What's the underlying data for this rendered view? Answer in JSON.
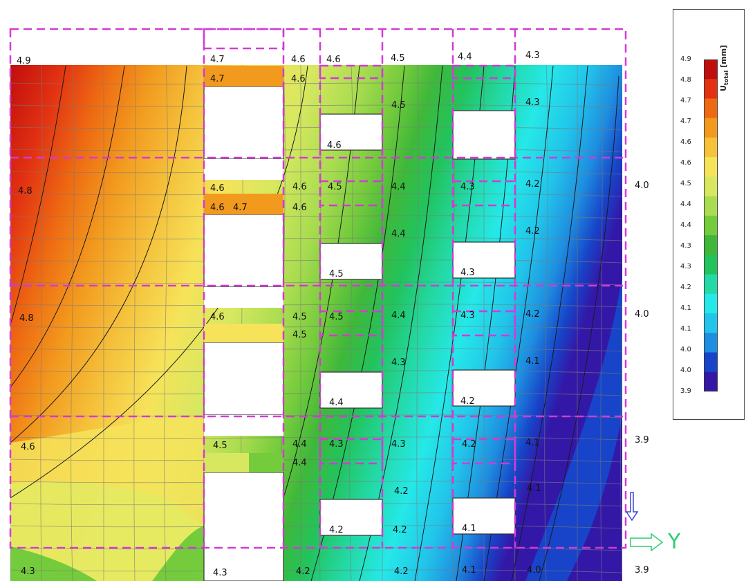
{
  "chart_data": {
    "type": "heatmap",
    "title": "",
    "legend": {
      "title": "U",
      "title_subscript": "total",
      "unit": "[mm]",
      "placement": "top-right",
      "ticks": [
        "4.9",
        "4.8",
        "4.7",
        "4.7",
        "4.6",
        "4.6",
        "4.5",
        "4.4",
        "4.4",
        "4.3",
        "4.3",
        "4.2",
        "4.1",
        "4.1",
        "4.0",
        "4.0",
        "3.9"
      ],
      "colors": [
        "#c00d0d",
        "#e23212",
        "#ee6a12",
        "#f29a1e",
        "#f5c23c",
        "#f6e35a",
        "#d7e860",
        "#a9dc50",
        "#74cb3c",
        "#3fb83a",
        "#22c35c",
        "#23d9a6",
        "#25e8e8",
        "#22c4ea",
        "#1e8ee0",
        "#1744c8",
        "#3318a8"
      ]
    },
    "field_labels": [
      {
        "id": "l1",
        "text": "4.9"
      },
      {
        "id": "l2",
        "text": "4.7"
      },
      {
        "id": "l3",
        "text": "4.7"
      },
      {
        "id": "l4",
        "text": "4.6"
      },
      {
        "id": "l5",
        "text": "4.6"
      },
      {
        "id": "l6",
        "text": "4.6"
      },
      {
        "id": "l7",
        "text": "4.5"
      },
      {
        "id": "l8",
        "text": "4.4"
      },
      {
        "id": "l9",
        "text": "4.3"
      },
      {
        "id": "l10",
        "text": "4.3"
      },
      {
        "id": "l11",
        "text": "4.5"
      },
      {
        "id": "l12",
        "text": "4.6"
      },
      {
        "id": "l13",
        "text": "4.8"
      },
      {
        "id": "l14",
        "text": "4.6"
      },
      {
        "id": "l15",
        "text": "4.6"
      },
      {
        "id": "l16",
        "text": "4.5"
      },
      {
        "id": "l17",
        "text": "4.4"
      },
      {
        "id": "l18",
        "text": "4.3"
      },
      {
        "id": "l19",
        "text": "4.2"
      },
      {
        "id": "l20",
        "text": "4.0"
      },
      {
        "id": "l21",
        "text": "4.6"
      },
      {
        "id": "l22",
        "text": "4.7"
      },
      {
        "id": "l23",
        "text": "4.6"
      },
      {
        "id": "l24",
        "text": "4.4"
      },
      {
        "id": "l25",
        "text": "4.2"
      },
      {
        "id": "l26",
        "text": "4.5"
      },
      {
        "id": "l27",
        "text": "4.3"
      },
      {
        "id": "l28",
        "text": "4.8"
      },
      {
        "id": "l29",
        "text": "4.6"
      },
      {
        "id": "l30",
        "text": "4.5"
      },
      {
        "id": "l31",
        "text": "4.5"
      },
      {
        "id": "l32",
        "text": "4.4"
      },
      {
        "id": "l33",
        "text": "4.3"
      },
      {
        "id": "l34",
        "text": "4.2"
      },
      {
        "id": "l35",
        "text": "4.0"
      },
      {
        "id": "l36",
        "text": "4.5"
      },
      {
        "id": "l37",
        "text": "4.3"
      },
      {
        "id": "l38",
        "text": "4.1"
      },
      {
        "id": "l39",
        "text": "4.4"
      },
      {
        "id": "l40",
        "text": "4.2"
      },
      {
        "id": "l41",
        "text": "4.6"
      },
      {
        "id": "l42",
        "text": "4.5"
      },
      {
        "id": "l43",
        "text": "4.4"
      },
      {
        "id": "l44",
        "text": "4.3"
      },
      {
        "id": "l45",
        "text": "4.3"
      },
      {
        "id": "l46",
        "text": "4.2"
      },
      {
        "id": "l47",
        "text": "4.1"
      },
      {
        "id": "l48",
        "text": "3.9"
      },
      {
        "id": "l49",
        "text": "4.4"
      },
      {
        "id": "l50",
        "text": "4.2"
      },
      {
        "id": "l51",
        "text": "4.1"
      },
      {
        "id": "l52",
        "text": "4.2"
      },
      {
        "id": "l53",
        "text": "4.2"
      },
      {
        "id": "l54",
        "text": "4.1"
      },
      {
        "id": "l55",
        "text": "4.3"
      },
      {
        "id": "l56",
        "text": "4.3"
      },
      {
        "id": "l57",
        "text": "4.2"
      },
      {
        "id": "l58",
        "text": "4.2"
      },
      {
        "id": "l59",
        "text": "4.1"
      },
      {
        "id": "l60",
        "text": "4.0"
      },
      {
        "id": "l61",
        "text": "3.9"
      }
    ],
    "axis_indicator": {
      "label": "Y"
    }
  }
}
